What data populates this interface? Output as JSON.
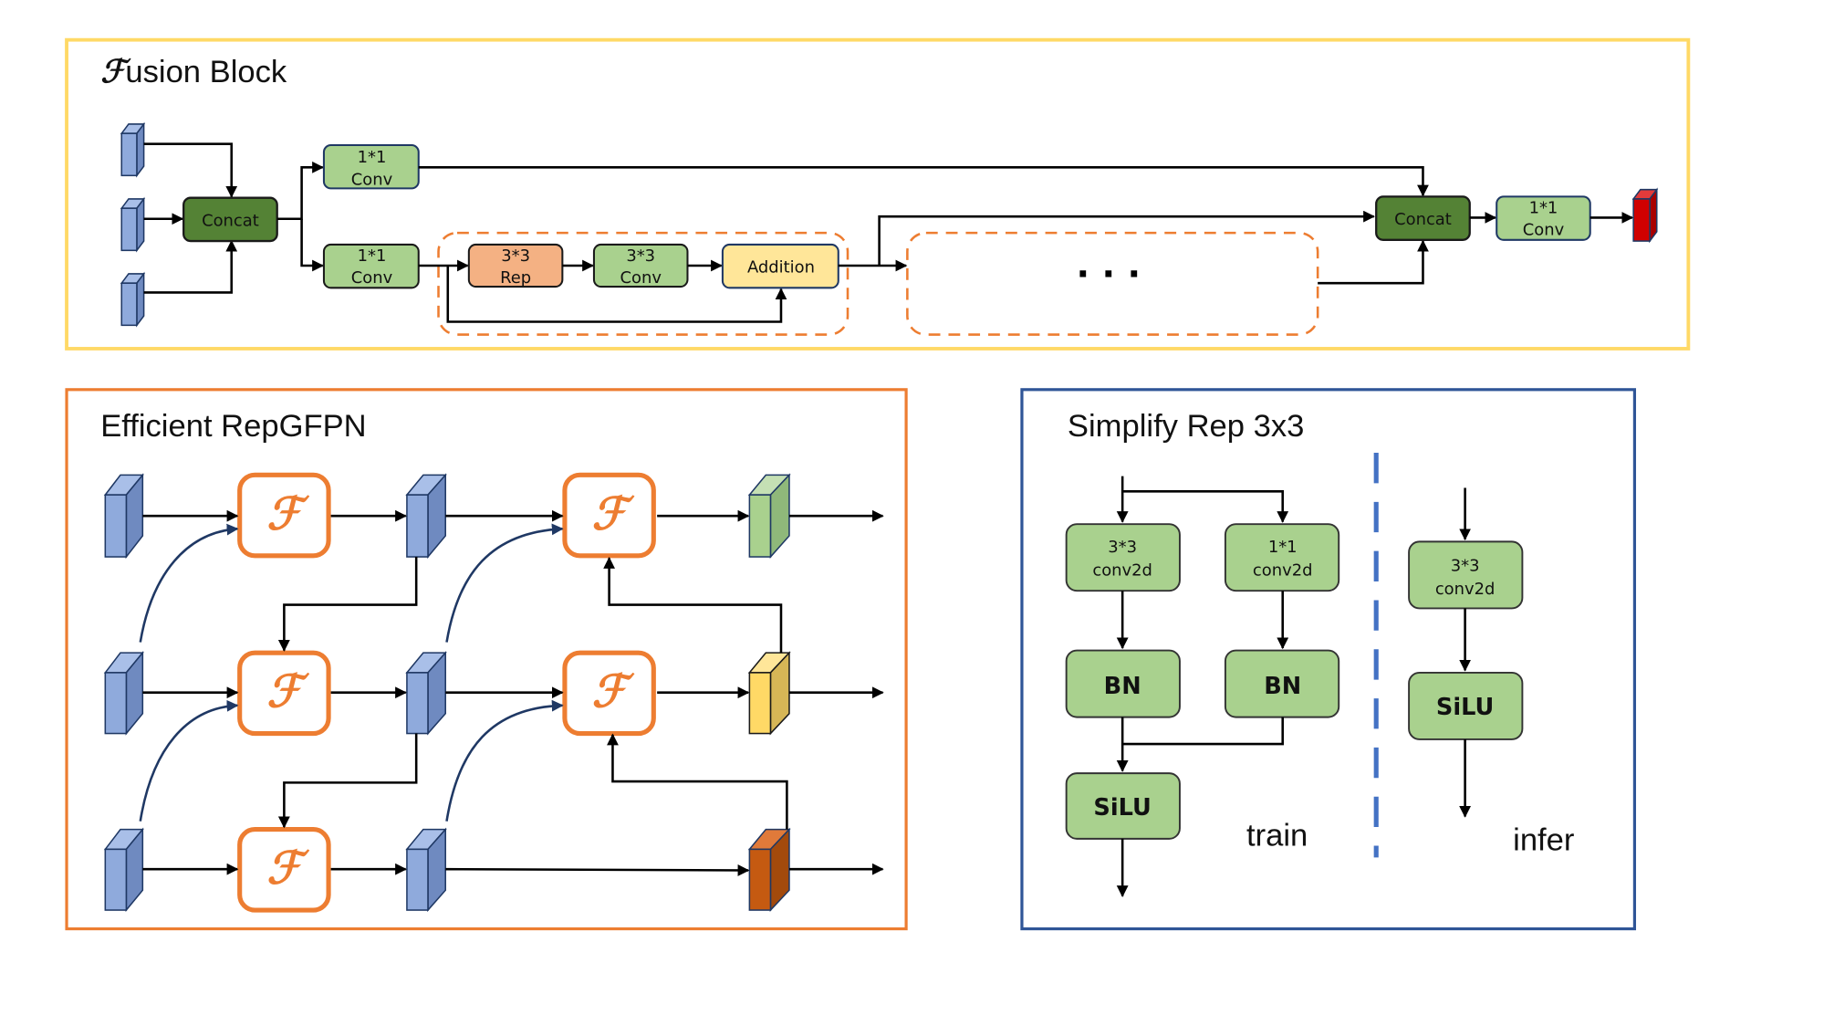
{
  "fusion_block": {
    "title_initial": "ℱ",
    "title_rest": "usion Block",
    "concat_in_label": "Concat",
    "conv_top": [
      "1*1",
      "Conv"
    ],
    "conv_bottom": [
      "1*1",
      "Conv"
    ],
    "rep": [
      "3*3",
      "Rep"
    ],
    "conv3": [
      "3*3",
      "Conv"
    ],
    "addition_label": "Addition",
    "ellipsis": "· · ·",
    "concat_out_label": "Concat",
    "conv_out": [
      "1*1",
      "Conv"
    ]
  },
  "repgfpn": {
    "title": "Efficient RepGFPN",
    "fusion_symbol": "ℱ"
  },
  "simplify": {
    "title": "Simplify Rep 3x3",
    "train": {
      "conv3": [
        "3*3",
        "conv2d"
      ],
      "conv1": [
        "1*1",
        "conv2d"
      ],
      "bn_left": "BN",
      "bn_right": "BN",
      "silu": "SiLU",
      "label": "train"
    },
    "infer": {
      "conv3": [
        "3*3",
        "conv2d"
      ],
      "silu": "SiLU",
      "label": "infer"
    }
  },
  "colors": {
    "fusion_border": "#FFD966",
    "repgfpn_border": "#ED7D31",
    "simplify_border": "#2F5597",
    "light_green": "#A9D18E",
    "dark_green": "#548235",
    "rep_orange": "#F4B183",
    "addition_yellow": "#FFE699",
    "feature_blue": "#8FAADC",
    "output_red": "#C00000",
    "output_green": "#A9D18E",
    "output_yellow": "#FFD966",
    "output_orange": "#C55A11"
  }
}
